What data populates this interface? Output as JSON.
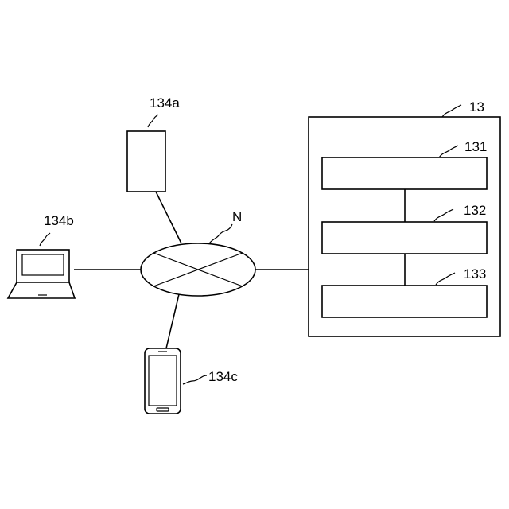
{
  "labels": {
    "server": "13",
    "unit_1": "131",
    "unit_2": "132",
    "unit_3": "133",
    "network": "N",
    "device_a": "134a",
    "device_b": "134b",
    "device_c": "134c"
  },
  "icons": {
    "device_a": "tablet-icon",
    "device_b": "laptop-icon",
    "device_c": "smartphone-icon",
    "network": "network-cloud-icon"
  }
}
